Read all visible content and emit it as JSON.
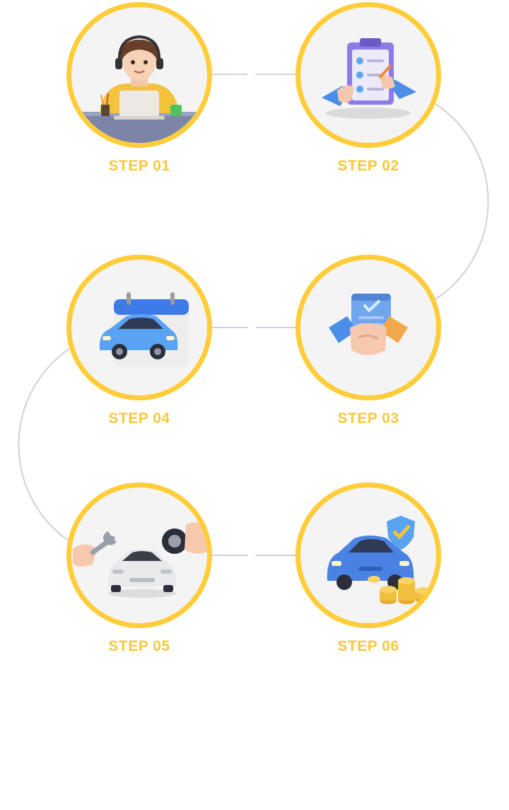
{
  "steps": [
    {
      "id": "s1",
      "label": "STEP 01",
      "icon": "support-agent-icon"
    },
    {
      "id": "s2",
      "label": "STEP 02",
      "icon": "checklist-clipboard-icon"
    },
    {
      "id": "s3",
      "label": "STEP 03",
      "icon": "handshake-agreement-icon"
    },
    {
      "id": "s4",
      "label": "STEP 04",
      "icon": "car-calendar-icon"
    },
    {
      "id": "s5",
      "label": "STEP 05",
      "icon": "car-service-tools-icon"
    },
    {
      "id": "s6",
      "label": "STEP 06",
      "icon": "car-insurance-coins-icon"
    }
  ],
  "colors": {
    "ring": "#FFCC3A",
    "label": "#F8C83A",
    "connector": "#CFD1D6",
    "circle_fill": "#F4F4F4"
  }
}
